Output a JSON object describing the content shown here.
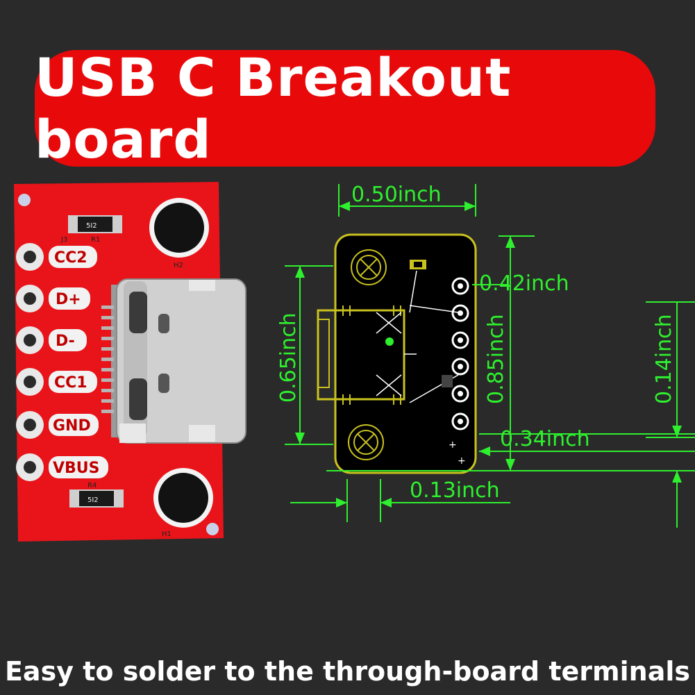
{
  "title": "USB  C  Breakout board",
  "caption": "Easy to solder to the through-board terminals",
  "board": {
    "pins": [
      "CC2",
      "D+",
      "D-",
      "CC1",
      "GND",
      "VBUS"
    ],
    "silkscreen": {
      "r1_code": "5I2",
      "r1_ref": "R1",
      "j3_ref": "J3",
      "h2_ref": "H2",
      "h1_ref": "H1",
      "r4_ref": "R4",
      "r4_code": "5I2"
    }
  },
  "dimensions": {
    "width_top": "0.50inch",
    "pin_height": "0.42inch",
    "height_left": "0.65inch",
    "height_mid": "0.85inch",
    "height_right": "0.14inch",
    "offset_right": "0.34inch",
    "offset_bottom": "0.13inch"
  },
  "colors": {
    "background": "#2a2a2a",
    "title_pill": "#e8090b",
    "pcb_red": "#e8141a",
    "dimension_green": "#2ef02e",
    "schematic_outline": "#c9c21f"
  }
}
